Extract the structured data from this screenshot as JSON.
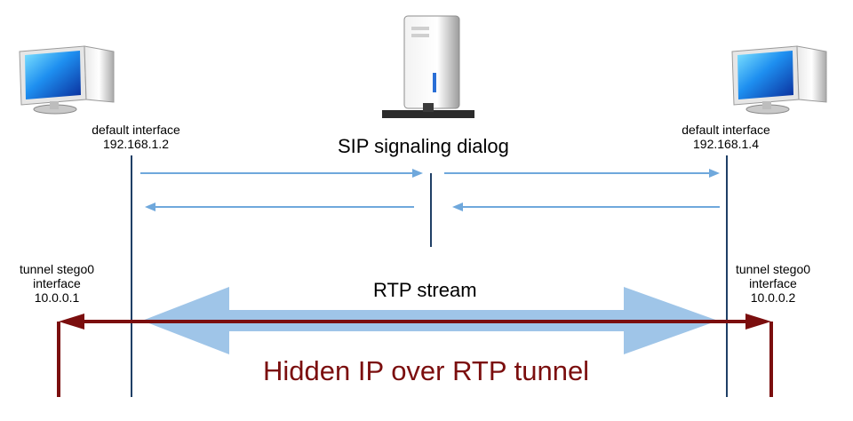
{
  "diagram": {
    "left_host": {
      "default_label": "default interface",
      "default_ip": "192.168.1.2",
      "tunnel_label_1": "tunnel stego0",
      "tunnel_label_2": "interface",
      "tunnel_ip": "10.0.0.1"
    },
    "right_host": {
      "default_label": "default interface",
      "default_ip": "192.168.1.4",
      "tunnel_label_1": "tunnel stego0",
      "tunnel_label_2": "interface",
      "tunnel_ip": "10.0.0.2"
    },
    "sip_label": "SIP signaling dialog",
    "rtp_label": "RTP stream",
    "tunnel_label": "Hidden IP over RTP tunnel"
  },
  "colors": {
    "lifeline": "#1f3f66",
    "sip_arrow": "#6fa8dc",
    "rtp_arrow": "#9fc5e8",
    "tunnel": "#7b0e0e"
  }
}
